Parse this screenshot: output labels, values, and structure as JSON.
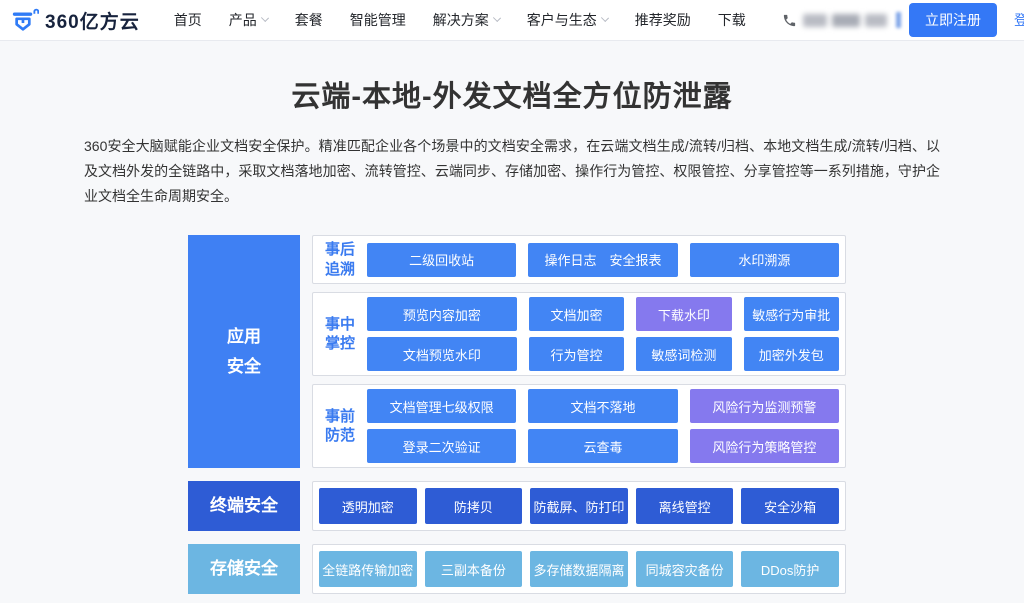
{
  "header": {
    "logo_text": "360亿方云",
    "nav": [
      {
        "label": "首页"
      },
      {
        "label": "产品",
        "dropdown": true
      },
      {
        "label": "套餐"
      },
      {
        "label": "智能管理"
      },
      {
        "label": "解决方案",
        "dropdown": true
      },
      {
        "label": "客户与生态",
        "dropdown": true
      },
      {
        "label": "推荐奖励"
      },
      {
        "label": "下载"
      }
    ],
    "register_label": "立即注册",
    "login_label": "登录"
  },
  "hero": {
    "title": "云端-本地-外发文档全方位防泄露",
    "description": "360安全大脑赋能企业文档安全保护。精准匹配企业各个场景中的文档安全需求，在云端文档生成/流转/归档、本地文档生成/流转/归档、以及文档外发的全链路中，采取文档落地加密、流转管控、云端同步、存储加密、操作行为管控、权限管控、分享管控等一系列措施，守护企业文档全生命周期安全。"
  },
  "diagram": {
    "side_labels": {
      "application": {
        "lines": [
          "应用",
          "安全"
        ]
      },
      "terminal": "终端安全",
      "storage": "存储安全"
    },
    "groups": [
      {
        "label_lines": [
          "事后",
          "追溯"
        ],
        "rows": [
          [
            "二级回收站",
            "操作日志　安全报表",
            "水印溯源"
          ]
        ]
      },
      {
        "label_lines": [
          "事中",
          "掌控"
        ],
        "rows": [
          [
            "预览内容加密",
            "文档加密",
            "下载水印",
            "敏感行为审批"
          ],
          [
            "文档预览水印",
            "行为管控",
            "敏感词检测",
            "加密外发包"
          ]
        ],
        "purple_boxes": [
          "下载水印"
        ]
      },
      {
        "label_lines": [
          "事前",
          "防范"
        ],
        "rows": [
          [
            "文档管理七级权限",
            "文档不落地",
            "风险行为监测预警"
          ],
          [
            "登录二次验证",
            "云查毒",
            "风险行为策略管控"
          ]
        ],
        "purple_boxes": [
          "风险行为监测预警",
          "风险行为策略管控"
        ]
      },
      {
        "label_lines": [],
        "rows": [
          [
            "透明加密",
            "防拷贝",
            "防截屏、防打印",
            "离线管控",
            "安全沙箱"
          ]
        ]
      },
      {
        "label_lines": [],
        "rows": [
          [
            "全链路传输加密",
            "三副本备份",
            "多存储数据隔离",
            "同城容灾备份",
            "DDos防护"
          ]
        ]
      }
    ]
  },
  "colors": {
    "accent_blue": "#3478f6",
    "box_blue": "#4285f4",
    "box_purple": "#8579ee",
    "terminal_blue": "#2e5cd5",
    "storage_blue": "#6cb6e2",
    "panel_label_blue": "#3a7bf0"
  }
}
